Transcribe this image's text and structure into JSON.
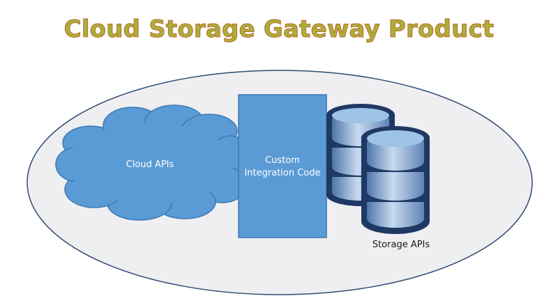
{
  "title": "Cloud Storage Gateway Product",
  "cloud": {
    "label": "Cloud APIs"
  },
  "integration": {
    "line1": "Custom",
    "line2": "Integration Code"
  },
  "storage": {
    "label": "Storage APIs"
  },
  "colors": {
    "title_fill": "#a8b03a",
    "title_outline": "#c0692a",
    "ellipse_fill": "#efeff1",
    "ellipse_stroke": "#2f4a73",
    "shape_blue": "#5b9bd5",
    "shape_blue_border": "#3c78b5",
    "db_dark": "#1f3864",
    "db_light": "#9dc3e6"
  }
}
